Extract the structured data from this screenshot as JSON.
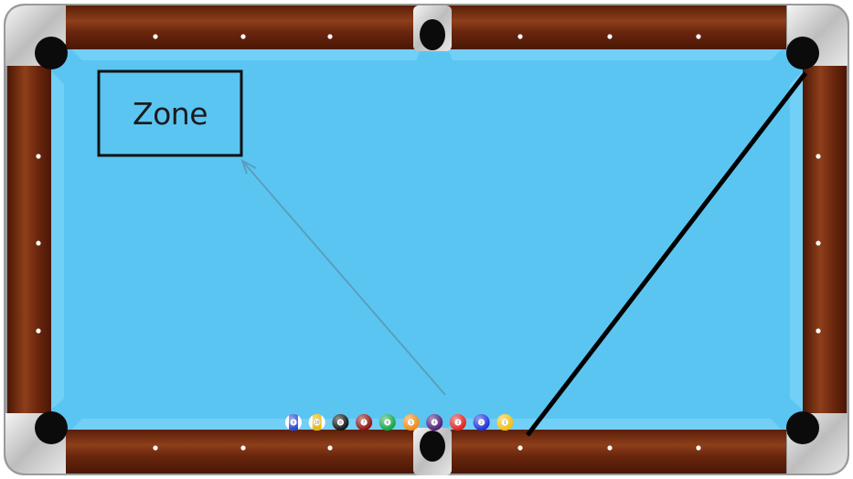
{
  "zone": {
    "label": "Zone"
  },
  "colors": {
    "felt": "#5bc5f2",
    "felt_edge": "#72cff6",
    "rail_wood": "#6e2a10",
    "rail_wood_light": "#9b4a22",
    "diamond": "#ffffff",
    "pocket": "#0b0b0b",
    "chrome": "#d9d9d9",
    "aim_line": "#5a9fbd",
    "cue_line": "#000000",
    "zone_border": "#111111"
  },
  "balls": [
    {
      "number": "9",
      "color": "#1f3fd6",
      "stripe": true
    },
    {
      "number": "10",
      "color": "#e6b400",
      "stripe": true
    },
    {
      "number": "8",
      "color": "#111111",
      "stripe": false
    },
    {
      "number": "7",
      "color": "#8c1010",
      "stripe": false
    },
    {
      "number": "6",
      "color": "#13a349",
      "stripe": false
    },
    {
      "number": "5",
      "color": "#f08a10",
      "stripe": false
    },
    {
      "number": "4",
      "color": "#4b1a7a",
      "stripe": false
    },
    {
      "number": "3",
      "color": "#e0201c",
      "stripe": false
    },
    {
      "number": "2",
      "color": "#1c2fd8",
      "stripe": false
    },
    {
      "number": "1",
      "color": "#f0c010",
      "stripe": false
    }
  ],
  "icons": {
    "pockets": [
      "pocket-icon"
    ],
    "diamonds": [
      "diamond-icon"
    ]
  }
}
